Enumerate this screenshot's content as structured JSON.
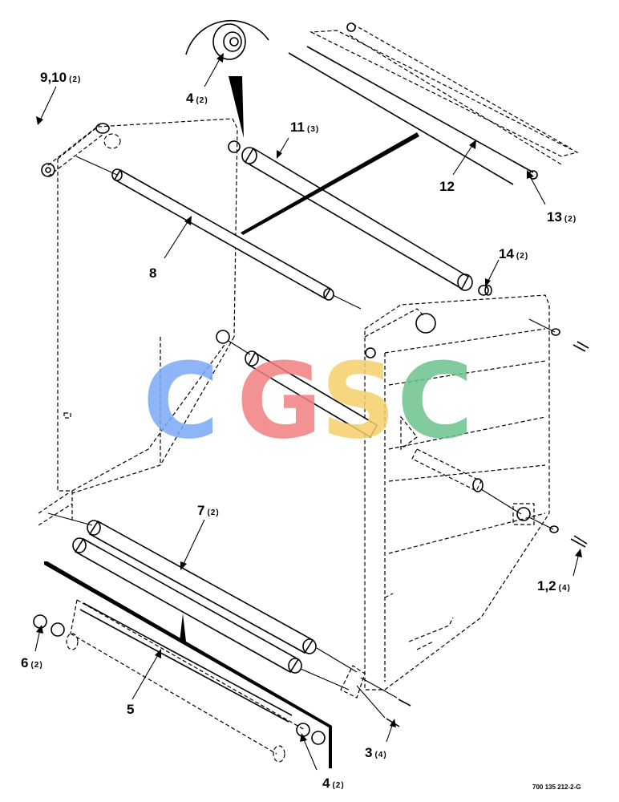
{
  "callouts": [
    {
      "id": "c1",
      "num": "9,10",
      "qty": "(2)"
    },
    {
      "id": "c2",
      "num": "4",
      "qty": "(2)"
    },
    {
      "id": "c3",
      "num": "11",
      "qty": "(3)"
    },
    {
      "id": "c4",
      "num": "12",
      "qty": ""
    },
    {
      "id": "c5",
      "num": "13",
      "qty": "(2)"
    },
    {
      "id": "c6",
      "num": "8",
      "qty": ""
    },
    {
      "id": "c7",
      "num": "14",
      "qty": "(2)"
    },
    {
      "id": "c8",
      "num": "7",
      "qty": "(2)"
    },
    {
      "id": "c9",
      "num": "1,2",
      "qty": "(4)"
    },
    {
      "id": "c10",
      "num": "6",
      "qty": "(2)"
    },
    {
      "id": "c11",
      "num": "5",
      "qty": ""
    },
    {
      "id": "c12",
      "num": "3",
      "qty": "(4)"
    },
    {
      "id": "c13",
      "num": "4",
      "qty": "(2)"
    }
  ],
  "drawing_code": "700 135 212-2-G",
  "watermark": {
    "letters": [
      "C",
      "G",
      "S",
      "C"
    ],
    "colors": [
      "#7aa9f7",
      "#f08080",
      "#f5cf6a",
      "#6cc38e"
    ]
  }
}
